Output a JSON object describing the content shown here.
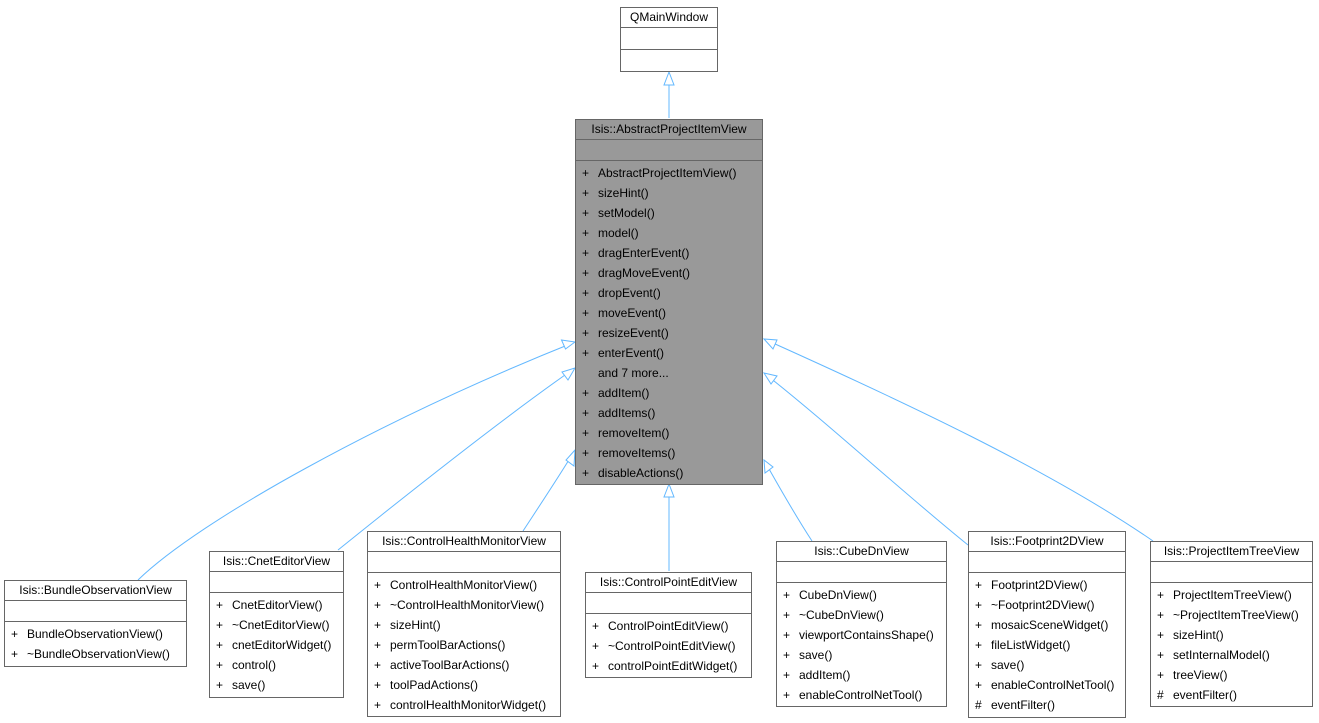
{
  "diagram": {
    "colors": {
      "edge": "#63b8ff",
      "box_border": "#666666",
      "focus_fill": "#999999",
      "box_fill": "#ffffff"
    },
    "base": {
      "name": "QMainWindow"
    },
    "focus": {
      "name": "Isis::AbstractProjectItemView",
      "members": [
        {
          "vis": "+",
          "name": "AbstractProjectItemView()"
        },
        {
          "vis": "+",
          "name": "sizeHint()"
        },
        {
          "vis": "+",
          "name": "setModel()"
        },
        {
          "vis": "+",
          "name": "model()"
        },
        {
          "vis": "+",
          "name": "dragEnterEvent()"
        },
        {
          "vis": "+",
          "name": "dragMoveEvent()"
        },
        {
          "vis": "+",
          "name": "dropEvent()"
        },
        {
          "vis": "+",
          "name": "moveEvent()"
        },
        {
          "vis": "+",
          "name": "resizeEvent()"
        },
        {
          "vis": "+",
          "name": "enterEvent()"
        },
        {
          "vis": "",
          "name": "and 7 more..."
        },
        {
          "vis": "+",
          "name": "addItem()"
        },
        {
          "vis": "+",
          "name": "addItems()"
        },
        {
          "vis": "+",
          "name": "removeItem()"
        },
        {
          "vis": "+",
          "name": "removeItems()"
        },
        {
          "vis": "+",
          "name": "disableActions()"
        }
      ]
    },
    "children": [
      {
        "id": "bundle",
        "name": "Isis::BundleObservationView",
        "members": [
          {
            "vis": "+",
            "name": "BundleObservationView()"
          },
          {
            "vis": "+",
            "name": "~BundleObservationView()"
          }
        ]
      },
      {
        "id": "cnet",
        "name": "Isis::CnetEditorView",
        "members": [
          {
            "vis": "+",
            "name": "CnetEditorView()"
          },
          {
            "vis": "+",
            "name": "~CnetEditorView()"
          },
          {
            "vis": "+",
            "name": "cnetEditorWidget()"
          },
          {
            "vis": "+",
            "name": "control()"
          },
          {
            "vis": "+",
            "name": "save()"
          }
        ]
      },
      {
        "id": "health",
        "name": "Isis::ControlHealthMonitorView",
        "members": [
          {
            "vis": "+",
            "name": "ControlHealthMonitorView()"
          },
          {
            "vis": "+",
            "name": "~ControlHealthMonitorView()"
          },
          {
            "vis": "+",
            "name": "sizeHint()"
          },
          {
            "vis": "+",
            "name": "permToolBarActions()"
          },
          {
            "vis": "+",
            "name": "activeToolBarActions()"
          },
          {
            "vis": "+",
            "name": "toolPadActions()"
          },
          {
            "vis": "+",
            "name": "controlHealthMonitorWidget()"
          }
        ]
      },
      {
        "id": "cpedit",
        "name": "Isis::ControlPointEditView",
        "members": [
          {
            "vis": "+",
            "name": "ControlPointEditView()"
          },
          {
            "vis": "+",
            "name": "~ControlPointEditView()"
          },
          {
            "vis": "+",
            "name": "controlPointEditWidget()"
          }
        ]
      },
      {
        "id": "cubedn",
        "name": "Isis::CubeDnView",
        "members": [
          {
            "vis": "+",
            "name": "CubeDnView()"
          },
          {
            "vis": "+",
            "name": "~CubeDnView()"
          },
          {
            "vis": "+",
            "name": "viewportContainsShape()"
          },
          {
            "vis": "+",
            "name": "save()"
          },
          {
            "vis": "+",
            "name": "addItem()"
          },
          {
            "vis": "+",
            "name": "enableControlNetTool()"
          }
        ]
      },
      {
        "id": "foot",
        "name": "Isis::Footprint2DView",
        "members": [
          {
            "vis": "+",
            "name": "Footprint2DView()"
          },
          {
            "vis": "+",
            "name": "~Footprint2DView()"
          },
          {
            "vis": "+",
            "name": "mosaicSceneWidget()"
          },
          {
            "vis": "+",
            "name": "fileListWidget()"
          },
          {
            "vis": "+",
            "name": "save()"
          },
          {
            "vis": "+",
            "name": "enableControlNetTool()"
          },
          {
            "vis": "#",
            "name": "eventFilter()"
          }
        ]
      },
      {
        "id": "tree",
        "name": "Isis::ProjectItemTreeView",
        "members": [
          {
            "vis": "+",
            "name": "ProjectItemTreeView()"
          },
          {
            "vis": "+",
            "name": "~ProjectItemTreeView()"
          },
          {
            "vis": "+",
            "name": "sizeHint()"
          },
          {
            "vis": "+",
            "name": "setInternalModel()"
          },
          {
            "vis": "+",
            "name": "treeView()"
          },
          {
            "vis": "#",
            "name": "eventFilter()"
          }
        ]
      }
    ]
  }
}
